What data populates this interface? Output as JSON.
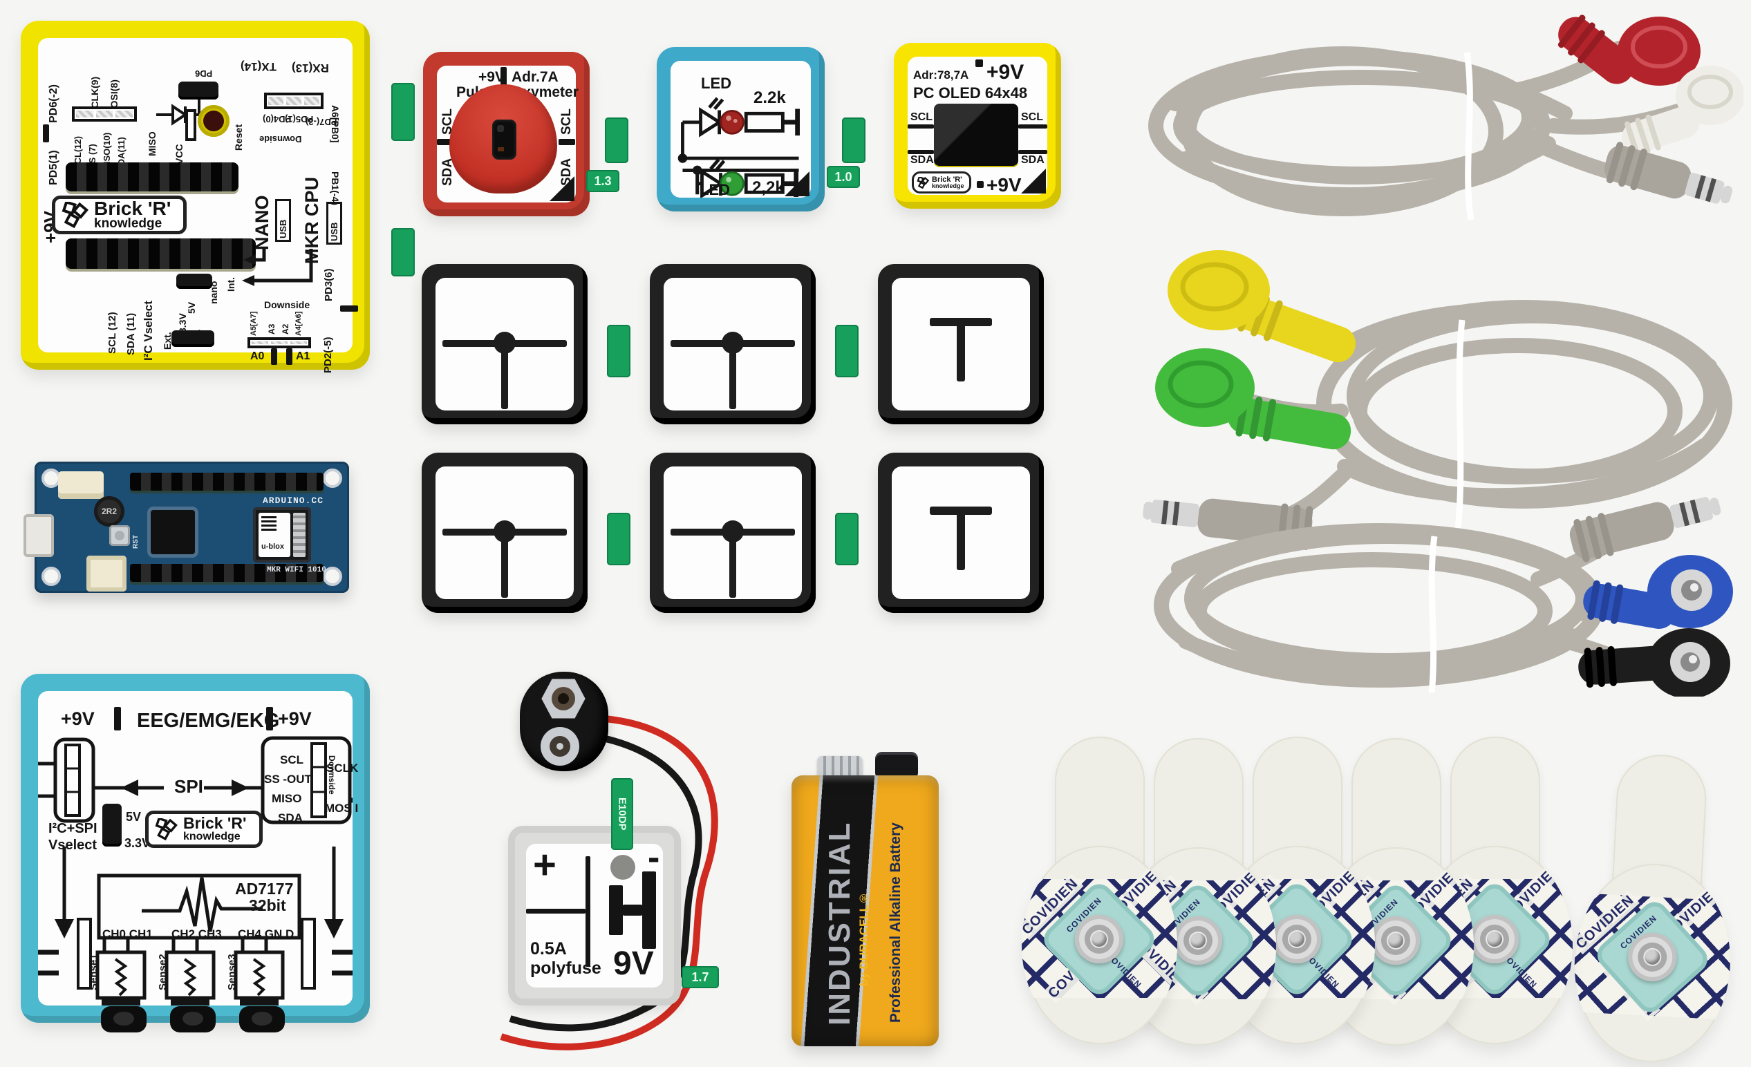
{
  "scene": {
    "bg": "#f5f5f3"
  },
  "logo": {
    "top": "Brick 'R'",
    "bottom": "knowledge"
  },
  "cpu": {
    "tx": "TX(14)",
    "rx": "RX(13)",
    "pd6": "PD6(-2)",
    "pd5": "PD5(1)",
    "p9v": "+9V",
    "scl12": "SCL (12)",
    "sda11": "SDA (11)",
    "a6": "A6[PB0]",
    "pb1": "PB1(-4)",
    "pd3": "PD3(6)",
    "pd2": "PD2(-5)",
    "sclk9": "SCLK(9)",
    "mosi8": "MOSI(8)",
    "scl12b": "SCL(12)",
    "ss7": "SS (7)",
    "miso10": "MISO(10)",
    "sda11b": "SDA(11)",
    "miso": "MISO",
    "vcc": "VCC",
    "reset": "Reset",
    "pd6s": "PD6",
    "downside_top": "Downside",
    "pd40": "PD4(0)",
    "pd51": "PD5(1)",
    "pd73": "PD7(-3)",
    "nano": "NANO",
    "mkr": "MKR CPU",
    "usb": "USB",
    "i2c": "I²C Vselect",
    "ext": "Ext.",
    "v33": "3.3V",
    "v5": "5V",
    "int": "Int.",
    "int5": "5V",
    "nanoj": "nano",
    "downside": "Downside",
    "a5": "A5[A7]",
    "a3": "A3",
    "a2": "A2",
    "a4": "A4[A6]",
    "a0": "A0",
    "a1": "A1"
  },
  "pulse": {
    "p9v": "+9V",
    "adr": "Adr.7A",
    "name1": "Pulse",
    "name2": "Oxymeter",
    "scl": "SCL",
    "sda": "SDA",
    "ver": "1.3"
  },
  "led": {
    "led": "LED",
    "r1": "2.2k",
    "r2": "2,2k",
    "ver": "1.0"
  },
  "oled": {
    "adr": "Adr:78,7A",
    "name": "PC OLED  64x48",
    "p9v": "+9V",
    "scl": "SCL",
    "sda": "SDA"
  },
  "arduino": {
    "brand": "ARDUINO.CC",
    "model": "MKR WIFI 1010",
    "ind": "2R2",
    "rst": "RST",
    "ublox": "u-blox"
  },
  "eeg": {
    "p9v": "+9V",
    "title": "EEG/EMG/EKG",
    "spi": "SPI",
    "scl": "SCL",
    "ss": "SS -OUT",
    "miso": "MISO",
    "sda": "SDA",
    "downside": "Downside",
    "sclk": "SCLK",
    "mosi": "MOS I",
    "i2c1": "I²C+SPI",
    "i2c2": "Vselect",
    "v5": "5V",
    "v33": "3.3V",
    "chip1": "AD7177",
    "chip2": "32bit",
    "ch01": "CH0 CH1",
    "ch23": "CH2 CH3",
    "ch4": "CH4 GN D",
    "s1": "Sense1",
    "s2": "Sense2",
    "s3": "Sense3"
  },
  "bat_brick": {
    "plus": "+",
    "minus": "-",
    "amp": "0.5A",
    "fuse": "polyfuse",
    "v": "9V",
    "ver": "1.7",
    "code": "E10DP"
  },
  "battery": {
    "l1": "INDUSTRIAL",
    "l2": "by DURACELL®",
    "l3": "Professional Alkaline Battery"
  },
  "pads": {
    "brand": "COVIDIEN"
  },
  "colors": {
    "brick_green": "#17a05b",
    "cpu_yellow": "#f0e300",
    "pulse_red": "#c23a2e",
    "led_blue": "#3fa9c9",
    "eeg_teal": "#4db9ce",
    "oled_yellow": "#f7e400",
    "arduino_blue": "#1c4d73",
    "duracell_yellow": "#f0a91c",
    "pad_navy": "#232a66",
    "pad_teal": "#a9d7d1",
    "cable_gray": "#b6b2a9"
  }
}
